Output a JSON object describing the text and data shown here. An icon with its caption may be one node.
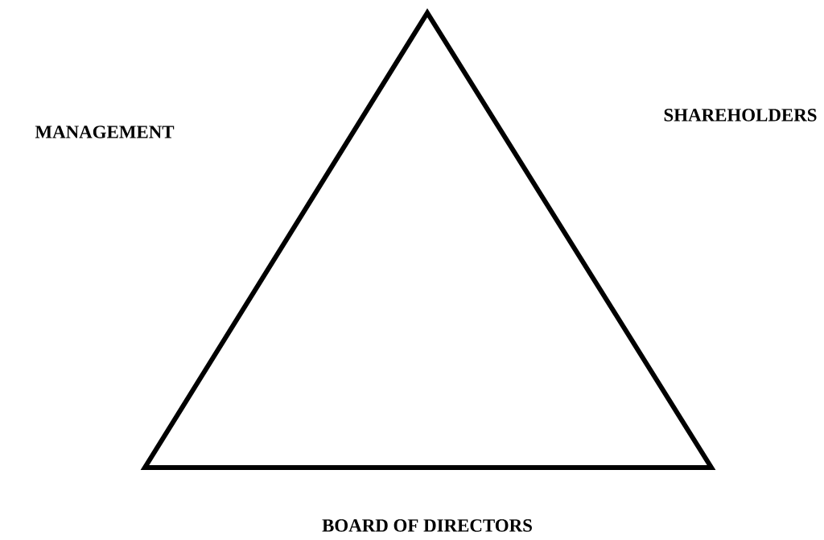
{
  "diagram": {
    "labels": [
      "MANAGEMENT",
      "SHAREHOLDERS",
      "BOARD OF DIRECTORS"
    ]
  }
}
